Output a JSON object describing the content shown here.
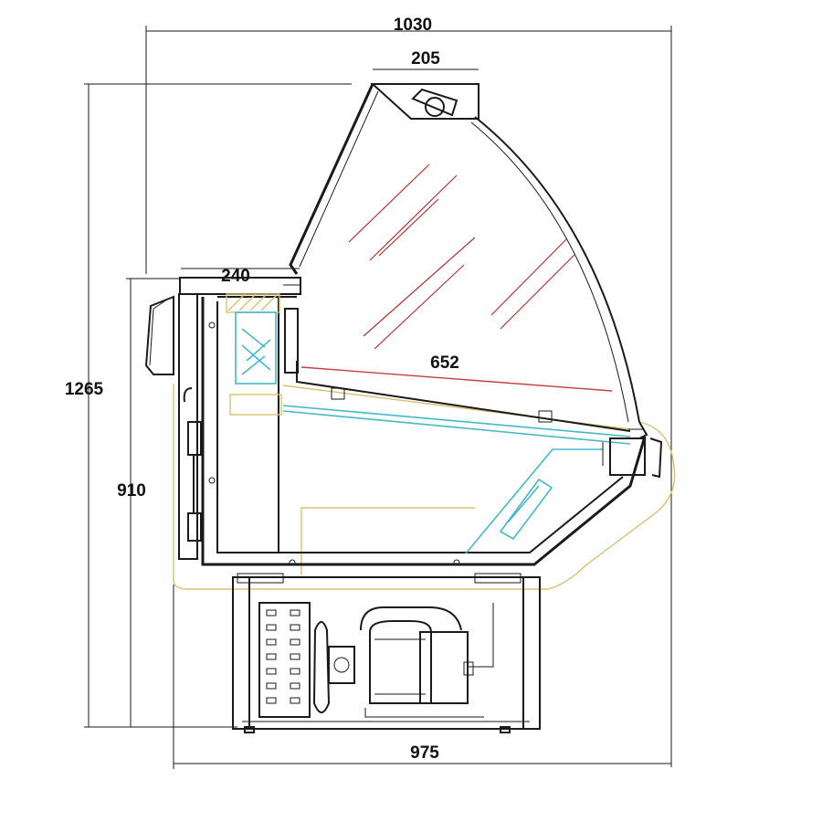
{
  "dimensions": {
    "overall_width_top": "1030",
    "top_canopy_width": "205",
    "shelf_depth": "240",
    "display_depth": "652",
    "overall_height": "1265",
    "counter_height": "910",
    "base_width": "975"
  },
  "colors": {
    "outline": "#1a1a1a",
    "glass_reflection": "#b03030",
    "shelf_cyan": "#44b8c8",
    "light_yellow": "#d8c070",
    "dimension_red": "#c04040"
  }
}
